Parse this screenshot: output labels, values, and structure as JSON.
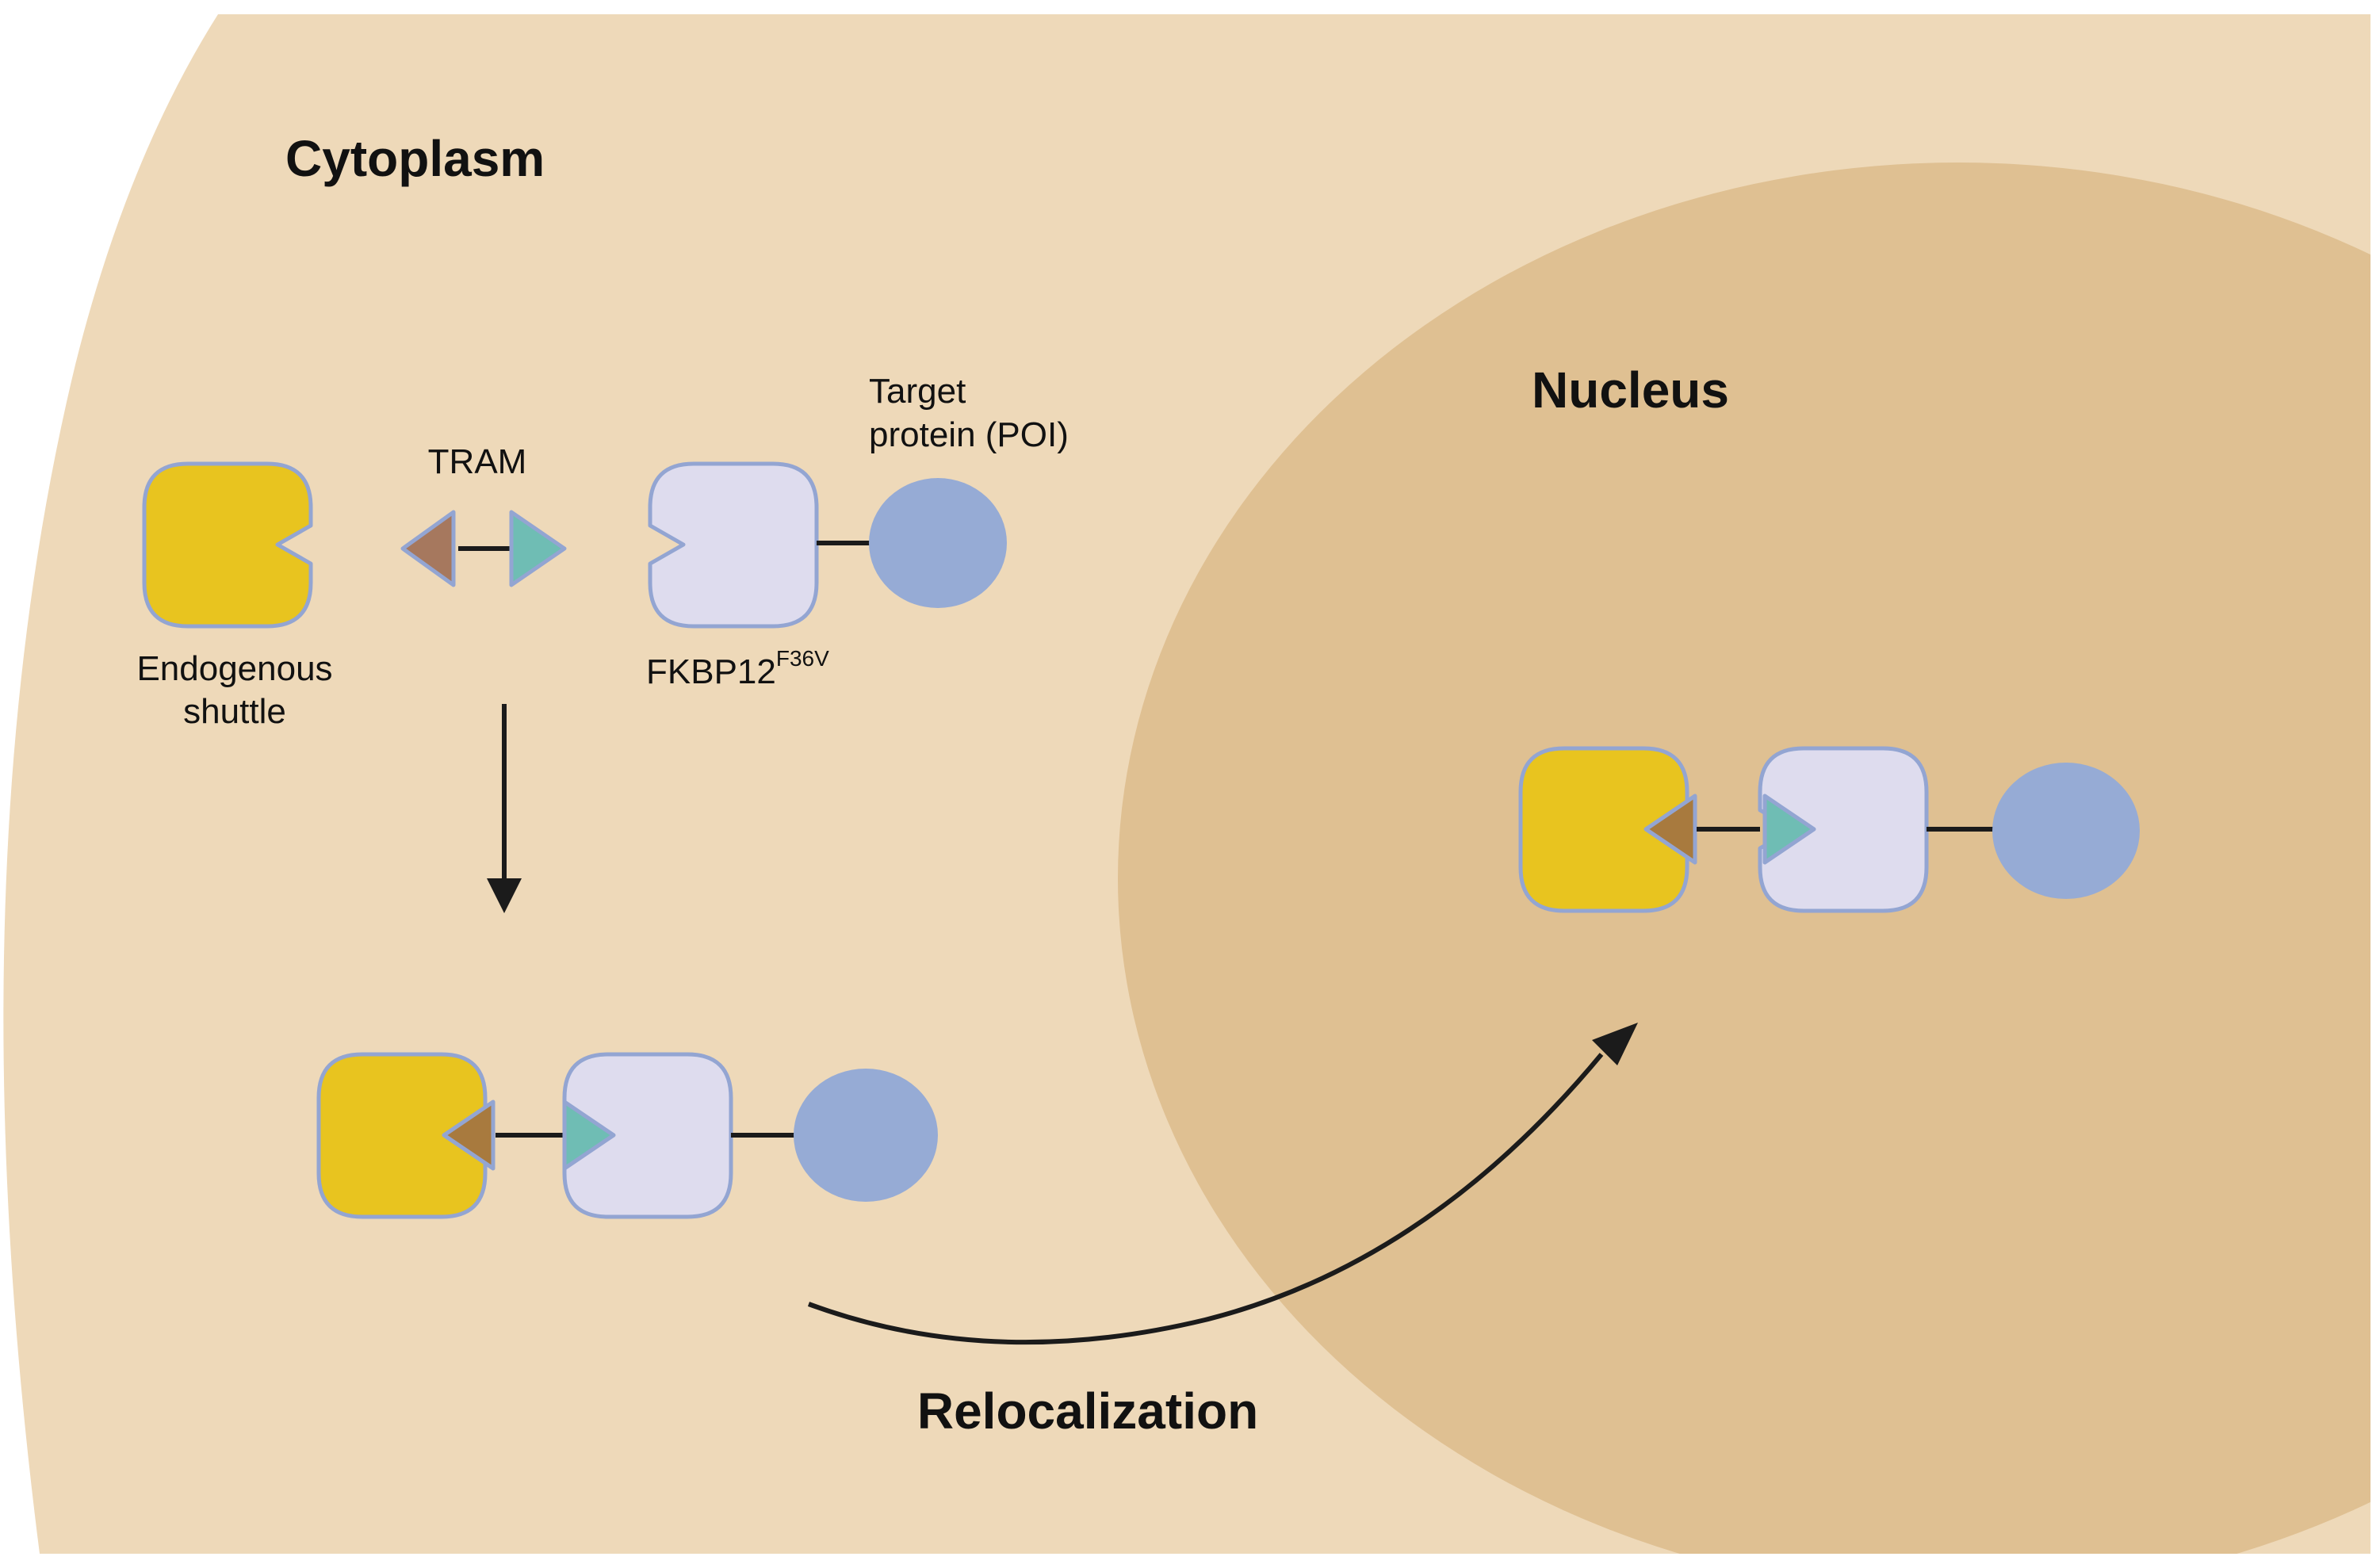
{
  "regions": {
    "cytoplasm": {
      "label": "Cytoplasm"
    },
    "nucleus": {
      "label": "Nucleus"
    }
  },
  "labels": {
    "tram": "TRAM",
    "target_line1": "Target",
    "target_line2": "protein (POI)",
    "shuttle_line1": "Endogenous",
    "shuttle_line2": "shuttle",
    "fkbp_base": "FKBP12",
    "fkbp_superscript": "F36V",
    "relocalization": "Relocalization"
  },
  "colors": {
    "cytoplasm_fill": "#eed9b9",
    "nucleus_fill": "#dfc092",
    "shuttle_fill": "#e8c41f",
    "fkbp_fill": "#dedcee",
    "poi_fill": "#96abd5",
    "outline": "#93a5d2",
    "ligand_brown": "#a6785e",
    "ligand_teal": "#6fbdb4",
    "arrow": "#1b1b1b"
  }
}
